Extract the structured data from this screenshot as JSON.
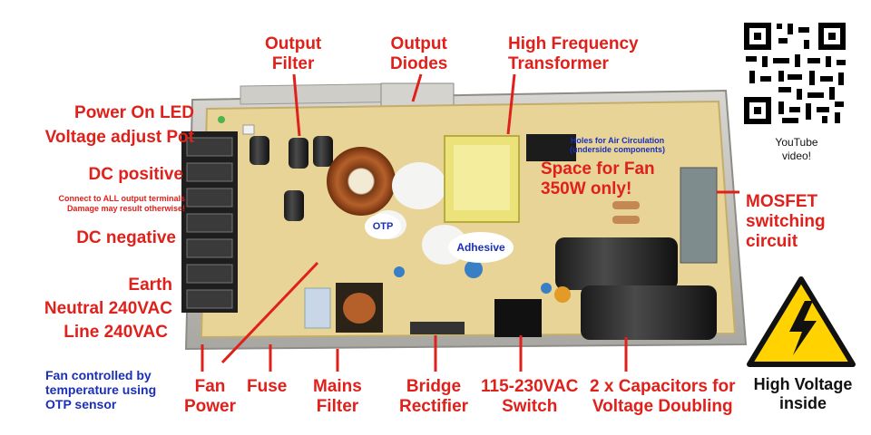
{
  "labels": {
    "output_filter": [
      "Output",
      "Filter"
    ],
    "output_diodes": [
      "Output",
      "Diodes"
    ],
    "hf_transformer": [
      "High Frequency",
      "Transformer"
    ],
    "power_on_led": "Power On LED",
    "voltage_pot": "Voltage adjust Pot",
    "dc_positive": "DC positive",
    "connect_note": [
      "Connect to ALL output terminals",
      "Damage may result otherwise!"
    ],
    "dc_negative": "DC negative",
    "earth": "Earth",
    "neutral": "Neutral 240VAC",
    "line": "Line 240VAC",
    "fan_note": [
      "Fan controlled by",
      "temperature using",
      "OTP sensor"
    ],
    "fan_power": [
      "Fan",
      "Power"
    ],
    "fuse": "Fuse",
    "mains_filter": [
      "Mains",
      "Filter"
    ],
    "bridge_rectifier": [
      "Bridge",
      "Rectifier"
    ],
    "switch": [
      "115-230VAC",
      "Switch"
    ],
    "capacitors": [
      "2 x Capacitors for",
      "Voltage Doubling"
    ],
    "mosfet": [
      "MOSFET",
      "switching",
      "circuit"
    ],
    "youtube": [
      "YouTube",
      "video!"
    ],
    "high_voltage": [
      "High Voltage",
      "inside"
    ],
    "holes": [
      "Holes for Air Circulation",
      "(underside components)"
    ],
    "fan_space": [
      "Space for Fan",
      "350W only!"
    ],
    "otp": "OTP",
    "adhesive": "Adhesive"
  },
  "colors": {
    "label_red": "#e0201a",
    "label_blue": "#1a2fb8",
    "pcb": "#e8d497",
    "chassis": "#c9c7c2",
    "warning_yellow": "#ffd200"
  },
  "icons": [
    "qr-code-icon",
    "high-voltage-warning-icon"
  ]
}
